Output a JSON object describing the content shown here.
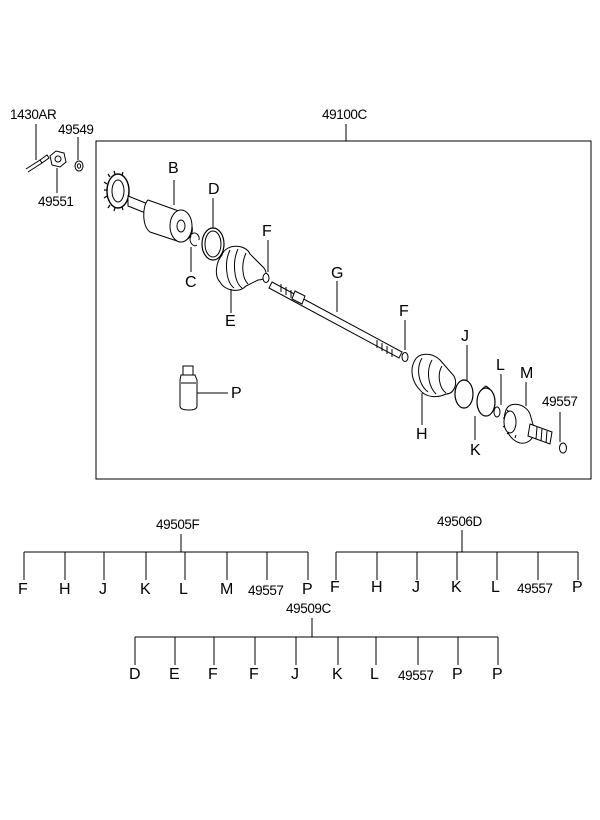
{
  "callouts": {
    "assembly_number": "49100C",
    "bolt_number": "1430AR",
    "nut_number": "49549",
    "washer_number": "49551",
    "b": "B",
    "c": "C",
    "d": "D",
    "e": "E",
    "f_inner": "F",
    "g": "G",
    "f_outer": "F",
    "j": "J",
    "h": "H",
    "k": "K",
    "l": "L",
    "m": "M",
    "ring_number": "49557",
    "p": "P"
  },
  "kits": [
    {
      "number": "49505F",
      "items": [
        "F",
        "H",
        "J",
        "K",
        "L",
        "M",
        "49557",
        "P"
      ]
    },
    {
      "number": "49506D",
      "items": [
        "F",
        "H",
        "J",
        "K",
        "L",
        "49557",
        "P"
      ]
    },
    {
      "number": "49509C",
      "items": [
        "D",
        "E",
        "F",
        "F",
        "J",
        "K",
        "L",
        "49557",
        "P",
        "P"
      ]
    }
  ],
  "colors": {
    "line": "#000000",
    "background": "#ffffff",
    "part_fill": "#ffffff",
    "shade": "#c8c8c8"
  }
}
